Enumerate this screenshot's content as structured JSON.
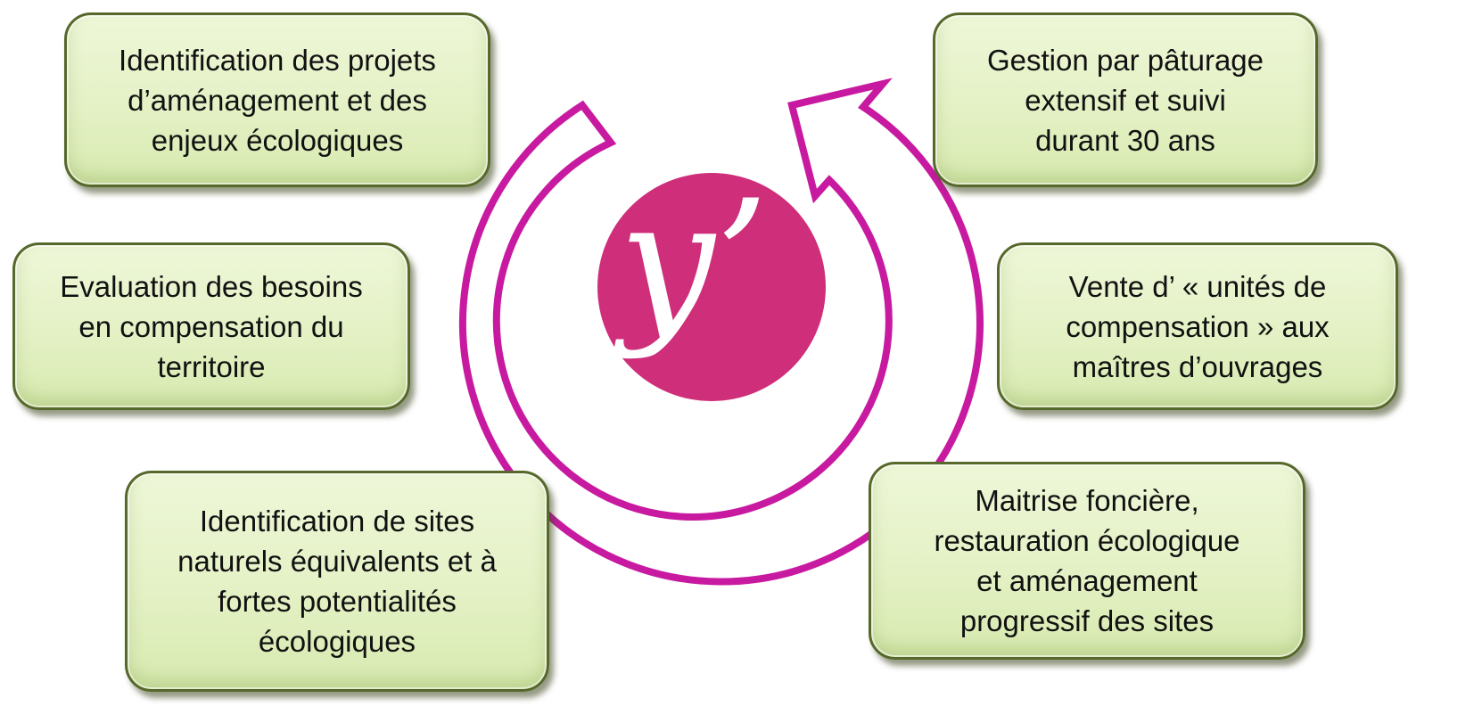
{
  "colors": {
    "arrow": "#c81aa0",
    "logo": "#cf2e7b",
    "box_fill": "#e4f1c5",
    "box_border": "#56682a"
  },
  "logo": {
    "text": "y’",
    "icon": "y-apostrophe-logo"
  },
  "steps": [
    {
      "text": "Identification des projets\nd’aménagement et des\nenjeux écologiques"
    },
    {
      "text": "Evaluation des besoins\nen compensation du\nterritoire"
    },
    {
      "text": "Identification de sites\nnaturels équivalents et à\nfortes potentialités\nécologiques"
    },
    {
      "text": "Gestion par pâturage\nextensif et suivi\ndurant 30 ans"
    },
    {
      "text": "Vente d’ « unités de\ncompensation » aux\nmaîtres d’ouvrages"
    },
    {
      "text": "Maitrise foncière,\nrestauration écologique\net aménagement\nprogressif des sites"
    }
  ]
}
